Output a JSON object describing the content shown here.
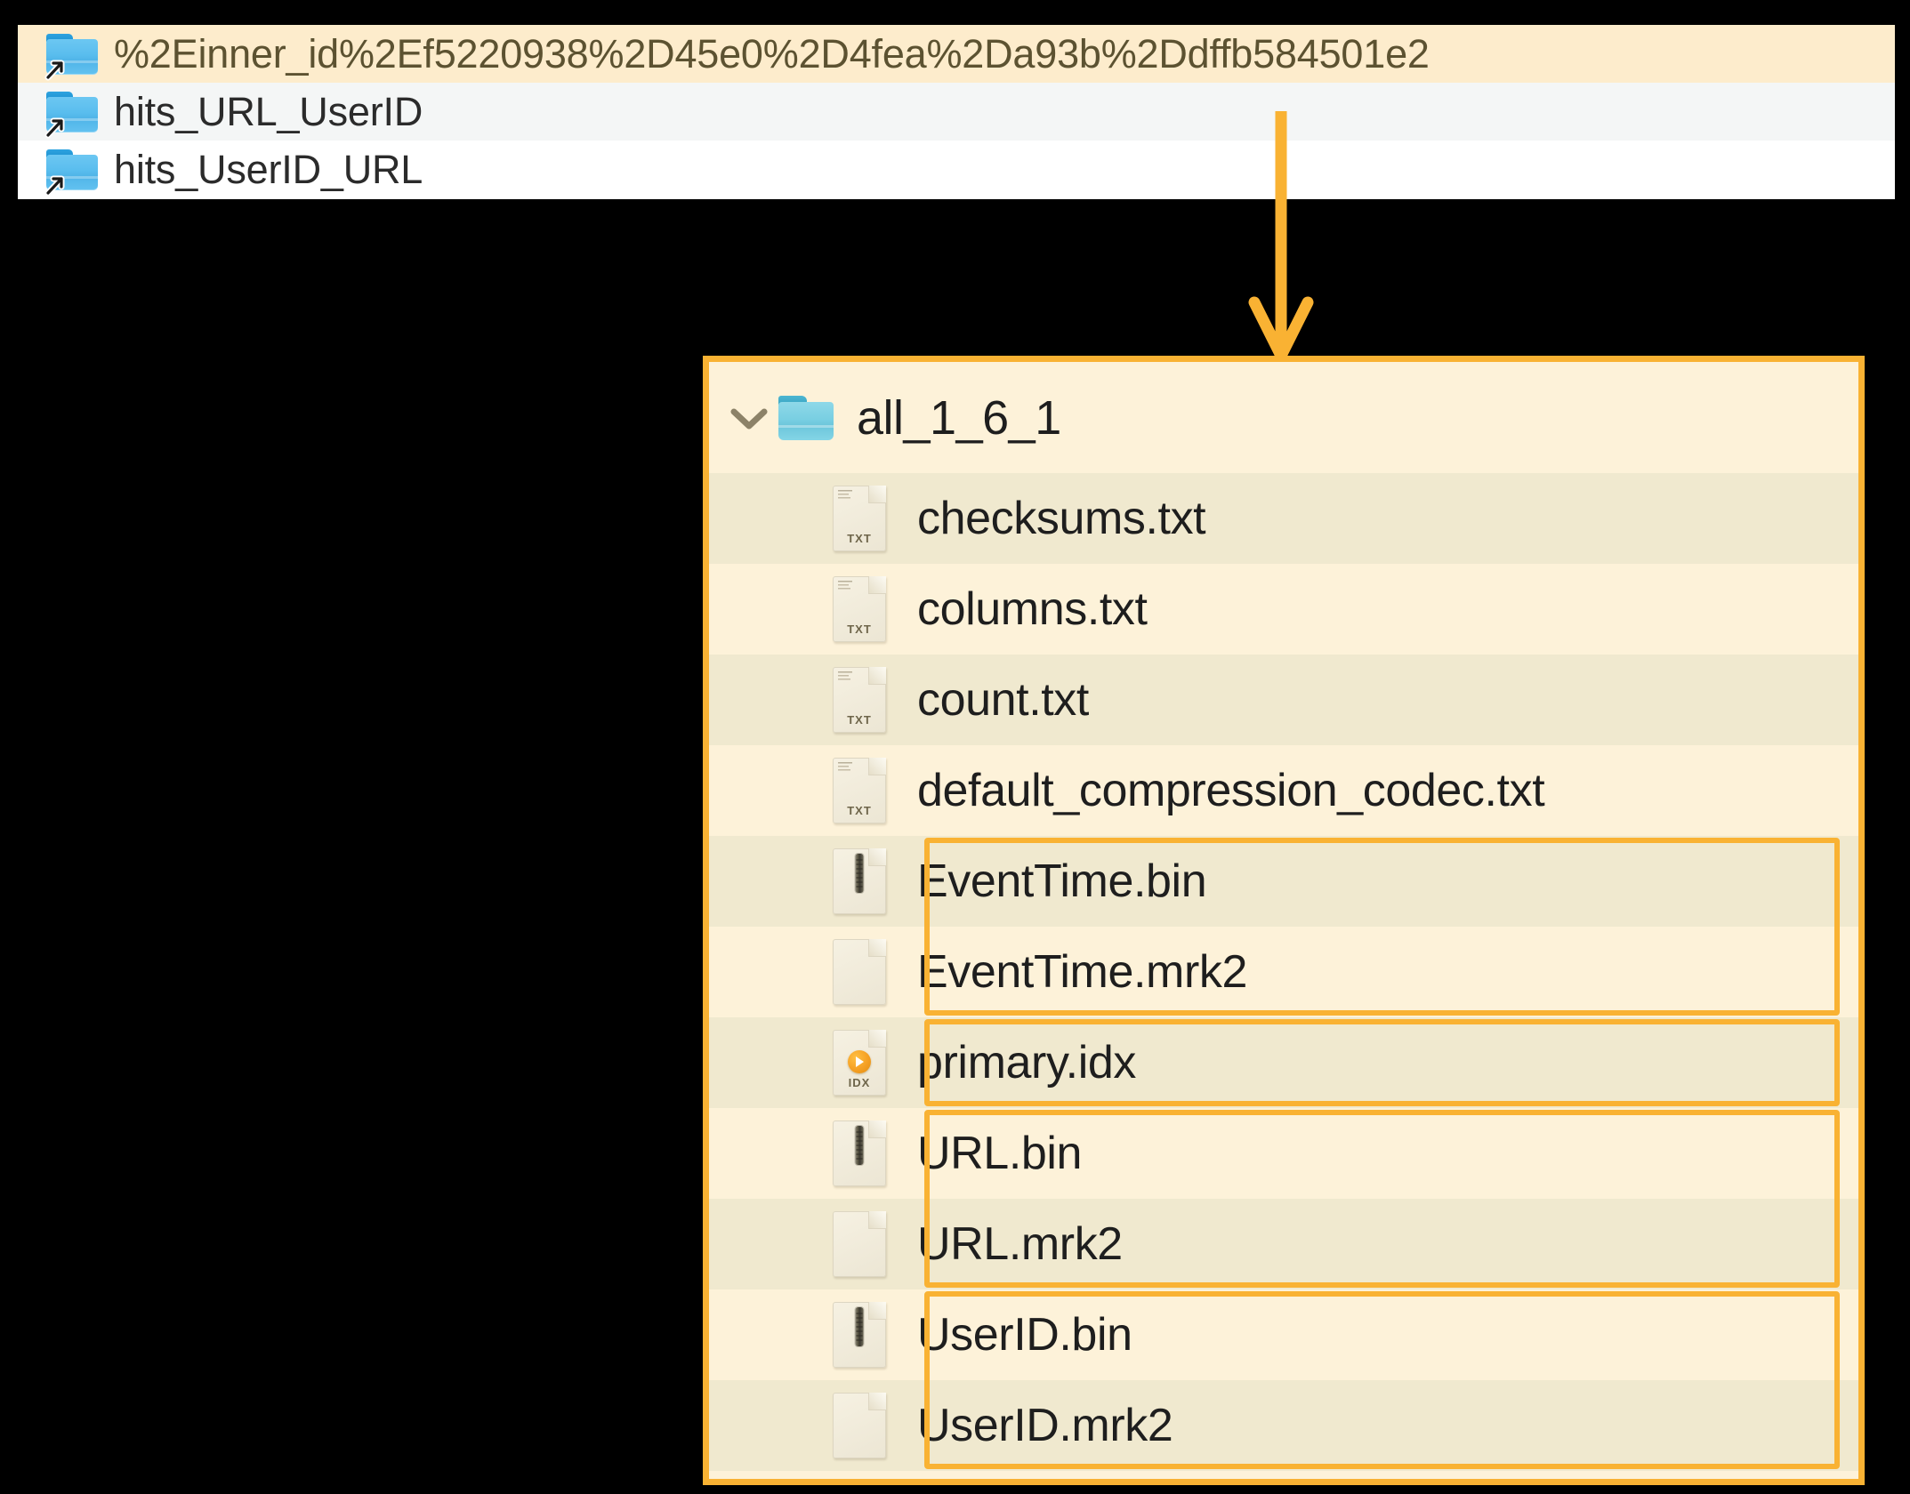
{
  "colors": {
    "accent": "#f9b233",
    "panel_bg": "#fdf2d9",
    "row_shade": "#f0e9cf",
    "selected_row": "#fdeccc",
    "alt_row": "#f4f6f6",
    "folder_blue": "#59bdee",
    "folder_teal": "#79cfe2",
    "text": "#1e1e1e"
  },
  "top_list": {
    "items": [
      {
        "label": "%2Einner_id%2Ef5220938%2D45e0%2D4fea%2Da93b%2Ddffb584501e2",
        "icon": "folder-alias-icon",
        "state": "selected"
      },
      {
        "label": "hits_URL_UserID",
        "icon": "folder-alias-icon",
        "state": "alternate"
      },
      {
        "label": "hits_UserID_URL",
        "icon": "folder-alias-icon",
        "state": "plain"
      }
    ]
  },
  "annotation": {
    "arrow": "down-arrow-connector"
  },
  "panel": {
    "header": {
      "label": "all_1_6_1",
      "icon": "folder-icon",
      "disclosure": "chevron-down-icon",
      "expanded": true
    },
    "files": [
      {
        "name": "checksums.txt",
        "icon": "txt-file-icon",
        "ext": "TXT",
        "shaded": true,
        "highlighted": false
      },
      {
        "name": "columns.txt",
        "icon": "txt-file-icon",
        "ext": "TXT",
        "shaded": false,
        "highlighted": false
      },
      {
        "name": "count.txt",
        "icon": "txt-file-icon",
        "ext": "TXT",
        "shaded": true,
        "highlighted": false
      },
      {
        "name": "default_compression_codec.txt",
        "icon": "txt-file-icon",
        "ext": "TXT",
        "shaded": false,
        "highlighted": false
      },
      {
        "name": "EventTime.bin",
        "icon": "bin-file-icon",
        "ext": "",
        "shaded": true,
        "highlighted": true
      },
      {
        "name": "EventTime.mrk2",
        "icon": "blank-file-icon",
        "ext": "",
        "shaded": false,
        "highlighted": true
      },
      {
        "name": "primary.idx",
        "icon": "idx-file-icon",
        "ext": "IDX",
        "shaded": true,
        "highlighted": true
      },
      {
        "name": "URL.bin",
        "icon": "bin-file-icon",
        "ext": "",
        "shaded": false,
        "highlighted": true
      },
      {
        "name": "URL.mrk2",
        "icon": "blank-file-icon",
        "ext": "",
        "shaded": true,
        "highlighted": true
      },
      {
        "name": "UserID.bin",
        "icon": "bin-file-icon",
        "ext": "",
        "shaded": false,
        "highlighted": true
      },
      {
        "name": "UserID.mrk2",
        "icon": "blank-file-icon",
        "ext": "",
        "shaded": true,
        "highlighted": true
      }
    ],
    "highlight_groups": [
      {
        "label": "EventTime-column-group",
        "from": 4,
        "to": 5
      },
      {
        "label": "primary-index-group",
        "from": 6,
        "to": 6
      },
      {
        "label": "URL-column-group",
        "from": 7,
        "to": 8
      },
      {
        "label": "UserID-column-group",
        "from": 9,
        "to": 10
      }
    ]
  }
}
